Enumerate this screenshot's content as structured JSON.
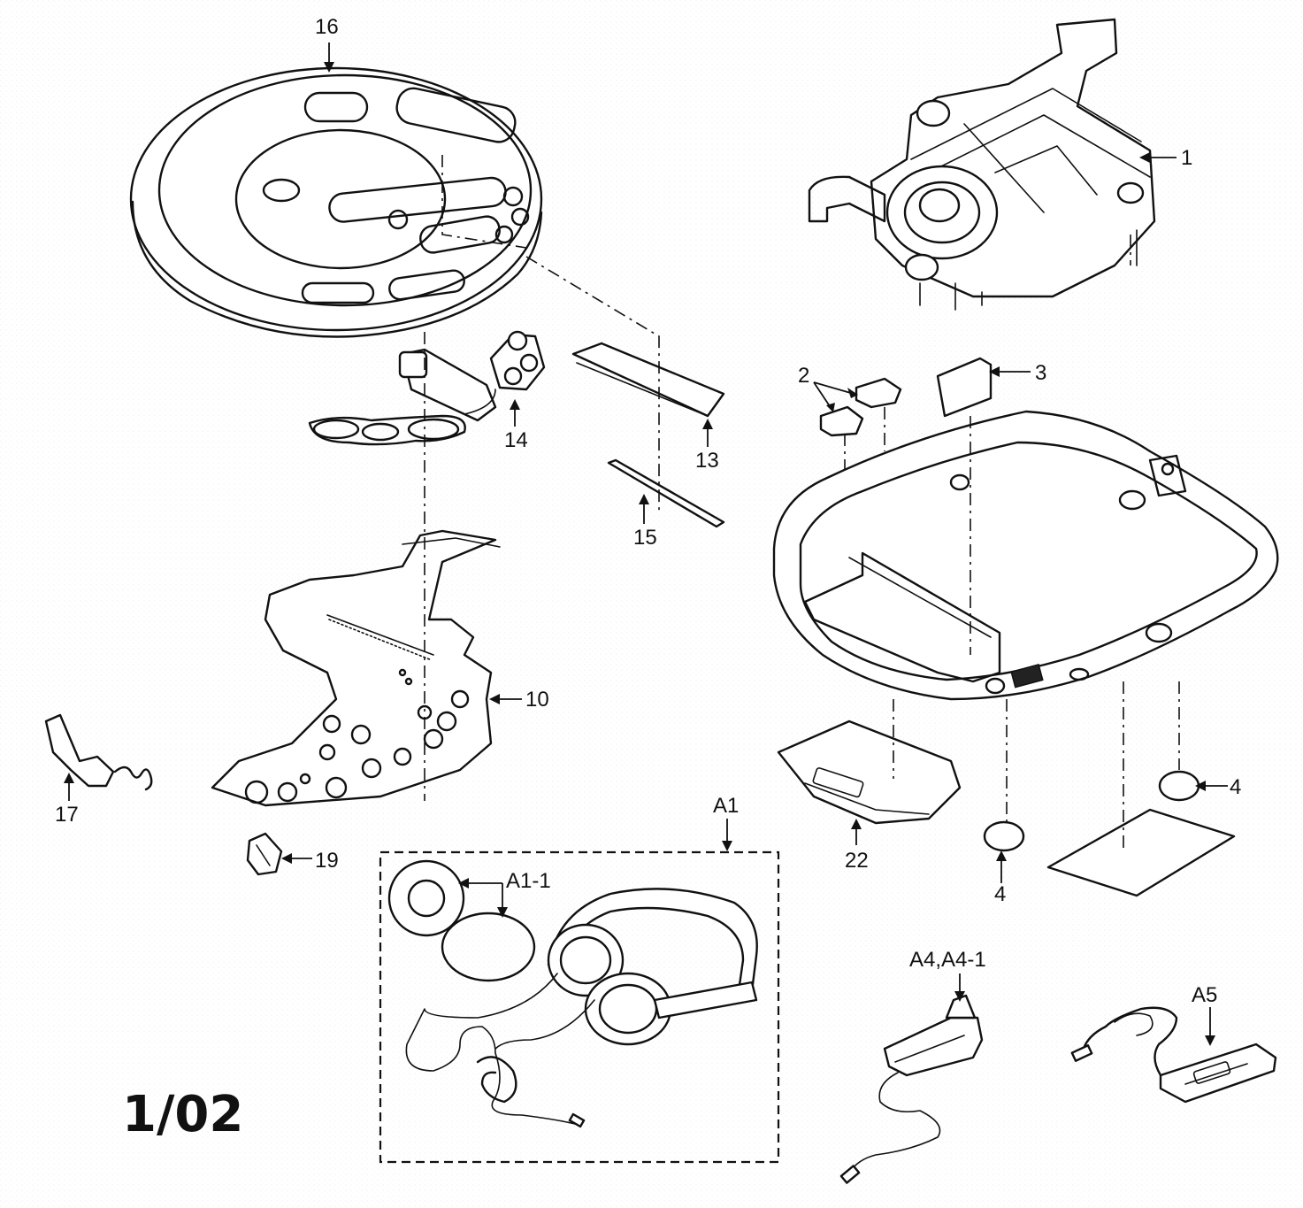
{
  "labels": {
    "l1": "1",
    "l2": "2",
    "l3": "3",
    "l4a": "4",
    "l4b": "4",
    "l10": "10",
    "l13": "13",
    "l14": "14",
    "l15": "15",
    "l16": "16",
    "l17": "17",
    "l19": "19",
    "l22": "22",
    "lA1": "A1",
    "lA1_1": "A1-1",
    "lA4": "A4,A4-1",
    "lA5": "A5"
  },
  "page_code": "1/02"
}
